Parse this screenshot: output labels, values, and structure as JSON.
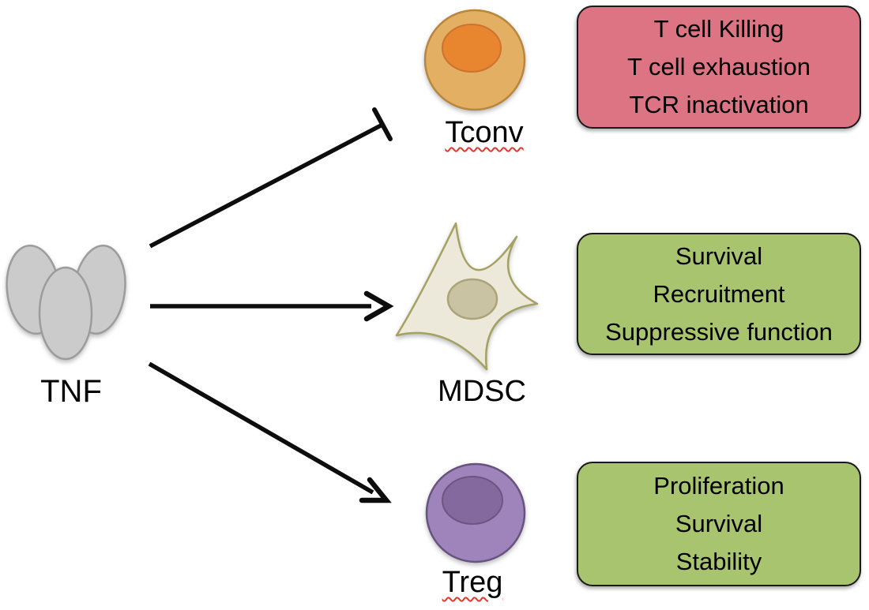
{
  "ligand": {
    "label": "TNF"
  },
  "cells": {
    "tconv": {
      "label": "Tconv"
    },
    "mdsc": {
      "label": "MDSC"
    },
    "treg": {
      "label": "Treg"
    }
  },
  "effects": {
    "tconv": {
      "lines": [
        "T cell Killing",
        "T cell exhaustion",
        "TCR inactivation"
      ]
    },
    "mdsc": {
      "lines": [
        "Survival",
        "Recruitment",
        "Suppressive function"
      ]
    },
    "treg": {
      "lines": [
        "Proliferation",
        "Survival",
        "Stability"
      ]
    }
  },
  "relations": [
    {
      "from": "TNF",
      "to": "Tconv",
      "type": "inhibition"
    },
    {
      "from": "TNF",
      "to": "MDSC",
      "type": "activation"
    },
    {
      "from": "TNF",
      "to": "Treg",
      "type": "activation"
    }
  ],
  "colors": {
    "inhibition_box": "#DD7484",
    "activation_box": "#A9C46E",
    "box_border": "#1A1A1A",
    "arrow": "#0D0D0D",
    "text": "#000000",
    "spellcheck_underline": "#E03A2F",
    "tnf_fill": "#CBCBCB",
    "tnf_stroke": "#9C9C9C",
    "tconv_fill": "#E2AF63",
    "tconv_stroke": "#B9863D",
    "tconv_nucleus_fill": "#E8862F",
    "tconv_nucleus_stroke": "#CF7130",
    "mdsc_fill": "#ECE9DA",
    "mdsc_stroke": "#A5A163",
    "mdsc_nucleus_fill": "#C9C3A3",
    "mdsc_nucleus_stroke": "#ABA477",
    "treg_fill": "#9E84BB",
    "treg_stroke": "#67537F",
    "treg_nucleus_fill": "#84699F",
    "treg_nucleus_stroke": "#6B5683"
  }
}
